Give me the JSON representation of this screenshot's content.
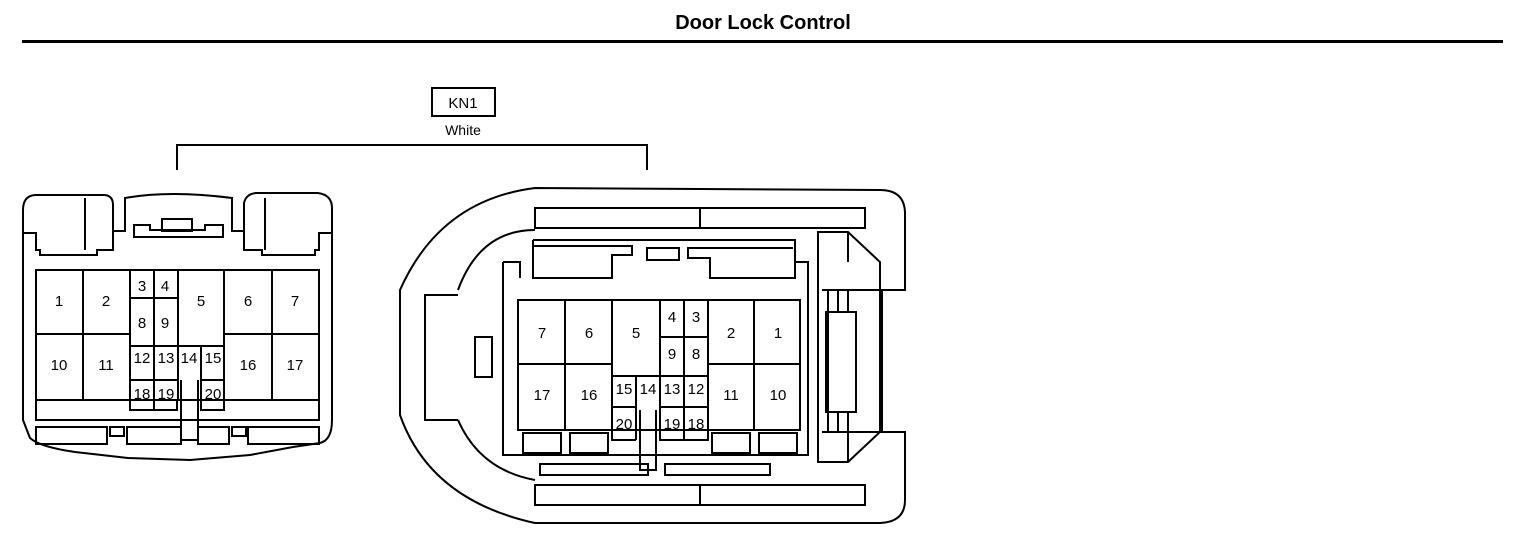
{
  "title": "Door Lock Control",
  "connector": {
    "id": "KN1",
    "color": "White"
  },
  "harness_side_pins": [
    "1",
    "2",
    "3",
    "4",
    "5",
    "6",
    "7",
    "8",
    "9",
    "10",
    "11",
    "12",
    "13",
    "14",
    "15",
    "16",
    "17",
    "18",
    "19",
    "20"
  ],
  "component_side_pins": [
    "1",
    "2",
    "3",
    "4",
    "5",
    "6",
    "7",
    "8",
    "9",
    "10",
    "11",
    "12",
    "13",
    "14",
    "15",
    "16",
    "17",
    "18",
    "19",
    "20"
  ]
}
